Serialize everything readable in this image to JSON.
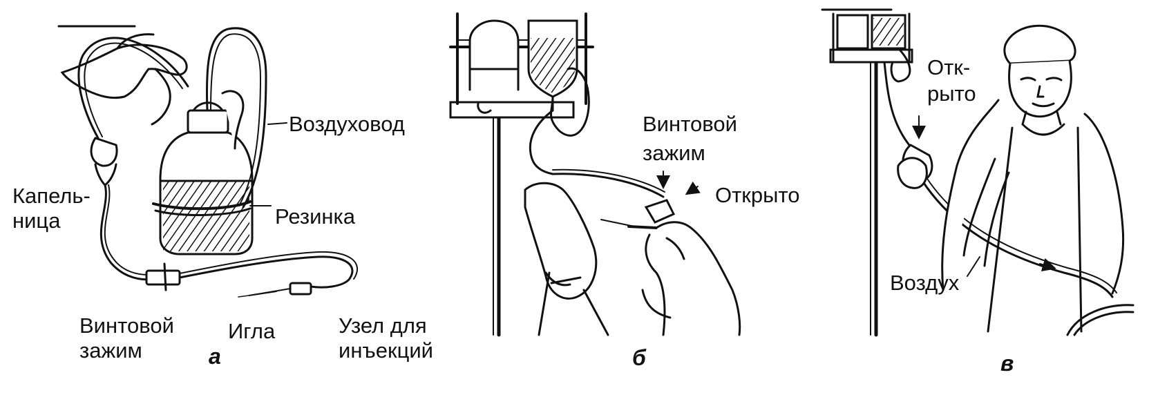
{
  "panels": [
    {
      "caption": "а",
      "labels": {
        "air_duct": "Воздуховод",
        "dropper_line1": "Капель-",
        "dropper_line2": "ница",
        "rubber_band": "Резинка",
        "screw_clamp_line1": "Винтовой",
        "screw_clamp_line2": "зажим",
        "needle": "Игла",
        "injection_node_line1": "Узел для",
        "injection_node_line2": "инъекций"
      }
    },
    {
      "caption": "б",
      "labels": {
        "screw_clamp_line1": "Винтовой",
        "screw_clamp_line2": "зажим",
        "open": "Открыто"
      }
    },
    {
      "caption": "в",
      "labels": {
        "open_line1": "Отк-",
        "open_line2": "рыто",
        "air": "Воздух"
      }
    }
  ],
  "colors": {
    "ink": "#111111",
    "background": "#ffffff"
  }
}
